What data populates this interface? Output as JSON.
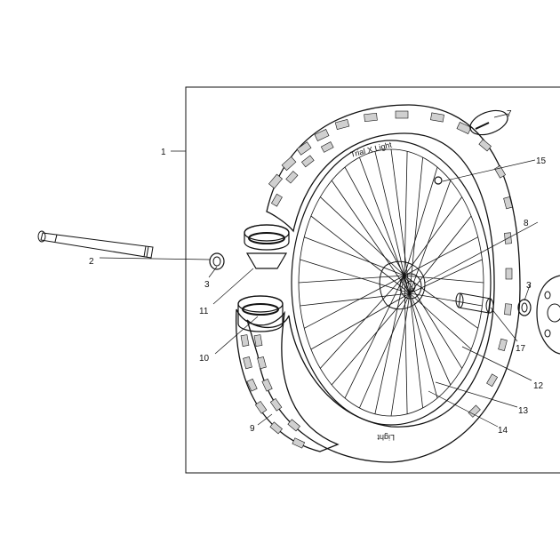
{
  "diagram": {
    "callouts": {
      "c1": "1",
      "c2": "2",
      "c3a": "3",
      "c3b": "3",
      "c7": "7",
      "c8": "8",
      "c9": "9",
      "c10": "10",
      "c11": "11",
      "c12": "12",
      "c13": "13",
      "c14": "14",
      "c15": "15",
      "c17": "17"
    },
    "tire_brand_top": "Trial X Light",
    "tire_brand_bottom": "Light"
  }
}
